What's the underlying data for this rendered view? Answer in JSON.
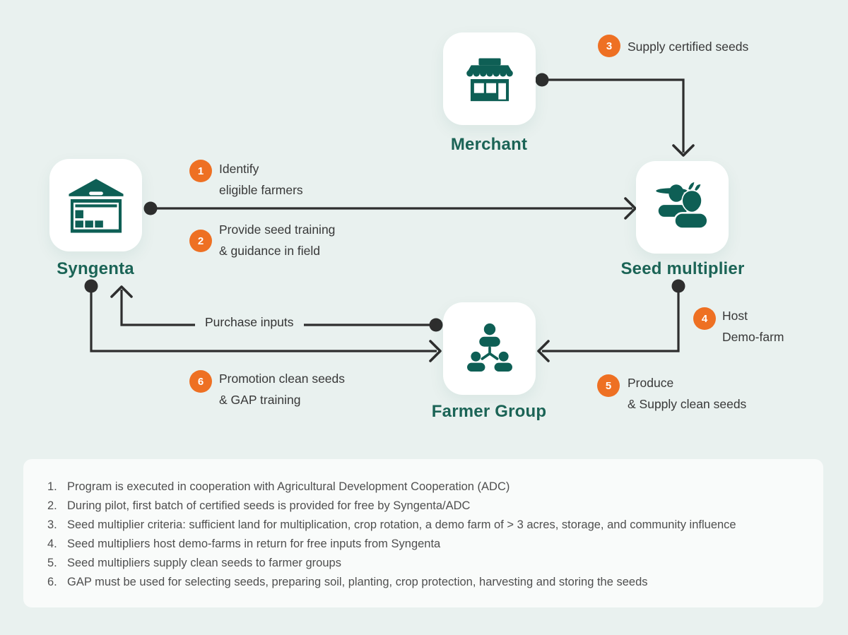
{
  "palette": {
    "background": "#E9F1EF",
    "icon_teal": "#0E5F55",
    "label_teal": "#1B6456",
    "badge_orange": "#EE7023",
    "line_dark": "#2E2E2E",
    "panel_white": "#F9FBFA",
    "step_text": "#383838",
    "note_text": "#4F4F4F"
  },
  "nodes": {
    "merchant": {
      "label": "Merchant",
      "icon": "storefront-icon"
    },
    "syngenta": {
      "label": "Syngenta",
      "icon": "warehouse-icon"
    },
    "seed_multiplier": {
      "label": "Seed multiplier",
      "icon": "farmers-icon"
    },
    "farmer_group": {
      "label": "Farmer Group",
      "icon": "people-network-icon"
    }
  },
  "steps": {
    "s1": {
      "num": "1",
      "lines": [
        "Identify",
        "eligible farmers"
      ]
    },
    "s2": {
      "num": "2",
      "lines": [
        "Provide seed training",
        "& guidance in field"
      ]
    },
    "s3": {
      "num": "3",
      "lines": [
        "Supply certified seeds"
      ]
    },
    "s4": {
      "num": "4",
      "lines": [
        "Host",
        "Demo-farm"
      ]
    },
    "s5": {
      "num": "5",
      "lines": [
        "Produce",
        "& Supply clean seeds"
      ]
    },
    "s6": {
      "num": "6",
      "lines": [
        "Promotion clean seeds",
        "& GAP training"
      ]
    }
  },
  "edge_labels": {
    "purchase_inputs": "Purchase inputs"
  },
  "notes": [
    {
      "num": "1.",
      "text": "Program is executed in cooperation with Agricultural Development Cooperation (ADC)"
    },
    {
      "num": "2.",
      "text": "During pilot, first batch of certified seeds is provided for free by Syngenta/ADC"
    },
    {
      "num": "3.",
      "text": "Seed multiplier criteria: sufficient land for multiplication, crop rotation, a demo farm of > 3 acres, storage, and community influence"
    },
    {
      "num": "4.",
      "text": "Seed multipliers host demo-farms in return for free inputs from Syngenta"
    },
    {
      "num": "5.",
      "text": "Seed multipliers supply clean seeds to farmer groups"
    },
    {
      "num": "6.",
      "text": "GAP must be used for selecting seeds, preparing soil, planting, crop protection, harvesting and storing the seeds"
    }
  ]
}
